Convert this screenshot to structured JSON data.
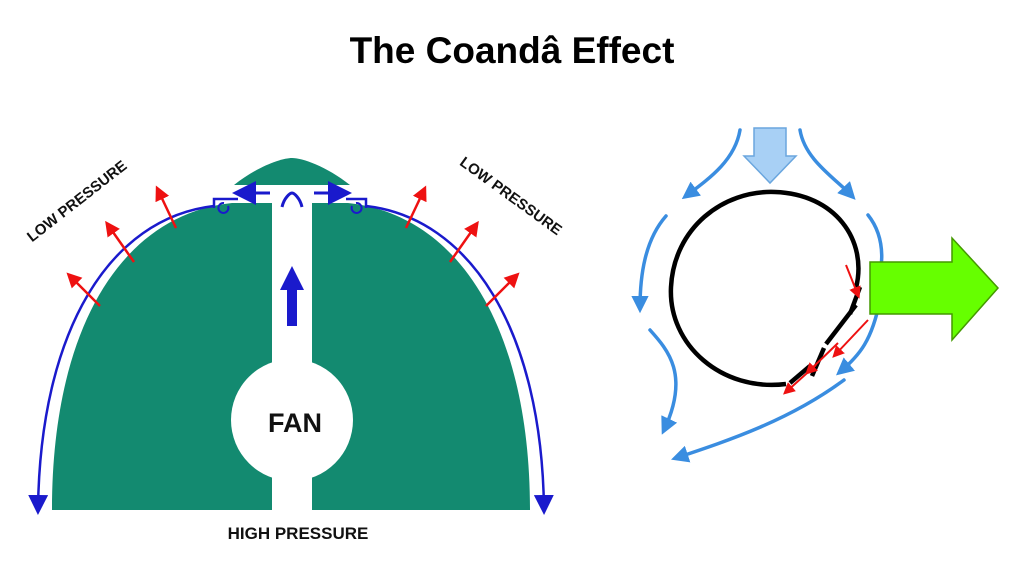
{
  "title": "The Coandâ Effect",
  "left_diagram": {
    "fan_label": "FAN",
    "low_pressure_left": "LOW PRESSURE",
    "low_pressure_right": "LOW PRESSURE",
    "high_pressure": "HIGH PRESSURE"
  },
  "colors": {
    "body": "#138a70",
    "airflow_blue": "#1a1acc",
    "pressure_red": "#ee1111",
    "flow_light_blue": "#3a8de0",
    "input_arrow": "#a8d0f5",
    "output_arrow": "#66ff00",
    "output_arrow_edge": "#449900"
  }
}
